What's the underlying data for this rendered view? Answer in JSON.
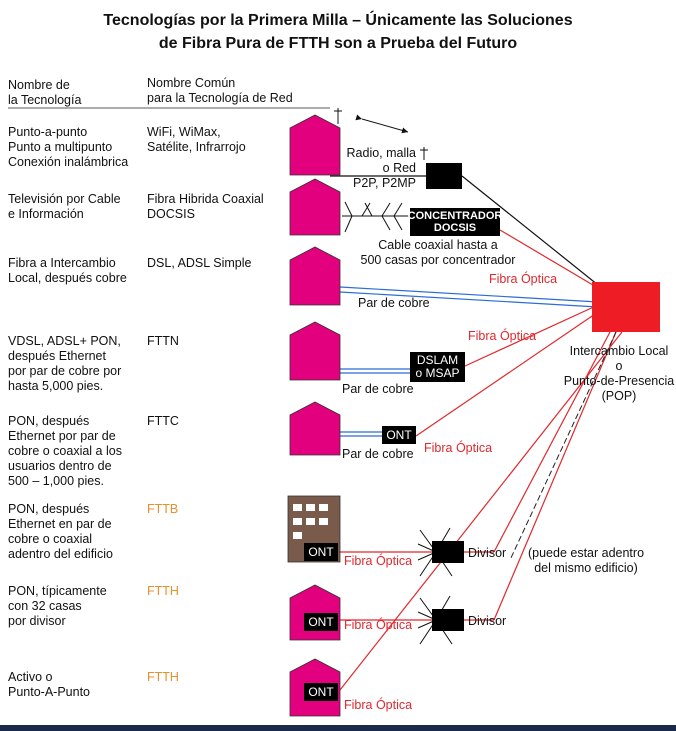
{
  "title": {
    "line1": "Tecnologías por la Primera Milla – Únicamente las Soluciones",
    "line2": "de Fibra Pura de FTTH son a Prueba del Futuro"
  },
  "headers": {
    "technology": "Nombre de\nla Tecnología",
    "common": "Nombre Común\npara la Tecnología de Red"
  },
  "rows": [
    {
      "tech": "Punto-a-punto\nPunto a multipunto\nConexión inalámbrica",
      "common": "WiFi, WiMax,\nSatélite, Infrarrojo"
    },
    {
      "tech": "Televisión por Cable\ne Información",
      "common": "Fibra Hibrida Coaxial\nDOCSIS"
    },
    {
      "tech": "Fibra a Intercambio\nLocal, después cobre",
      "common": "DSL, ADSL Simple"
    },
    {
      "tech": "VDSL, ADSL+ PON,\ndespués Ethernet\npor par de cobre por\nhasta 5,000 pies.",
      "common": "FTTN"
    },
    {
      "tech": "PON, después\nEthernet por par de\ncobre o coaxial a los\nusuarios dentro de\n500 – 1,000 pies.",
      "common": "FTTC"
    },
    {
      "tech": "PON, después\nEthernet en par de\ncobre o coaxial\nadentro del edificio",
      "common": "FTTB"
    },
    {
      "tech": "PON, típicamente\ncon 32 casas\npor divisor",
      "common": "FTTH"
    },
    {
      "tech": "Activo o\nPunto-A-Punto",
      "common": "FTTH"
    }
  ],
  "diagram": {
    "radio_label": "Radio, malla\no Red\nP2P, P2MP",
    "docsis_box": "CONCENTRADOR\nDOCSIS",
    "coax_label": "Cable coaxial hasta a\n500 casas por concentrador",
    "fiber_label": "Fibra Óptica",
    "copper_label": "Par de cobre",
    "dslam_box": "DSLAM\no MSAP",
    "ont_label": "ONT",
    "splitter_label": "Divisor",
    "pop_label": "Intercambio Local\no\nPunto-de-Presencia\n(POP)",
    "same_building_note": "(puede estar adentro\ndel mismo edificio)"
  },
  "colors": {
    "house": "#e3007e",
    "pop": "#ee1d25",
    "fiber": "#e0282e",
    "copper": "#2b6cd6",
    "building": "#7a5a4a",
    "ftt_highlight": "#e8902a"
  }
}
